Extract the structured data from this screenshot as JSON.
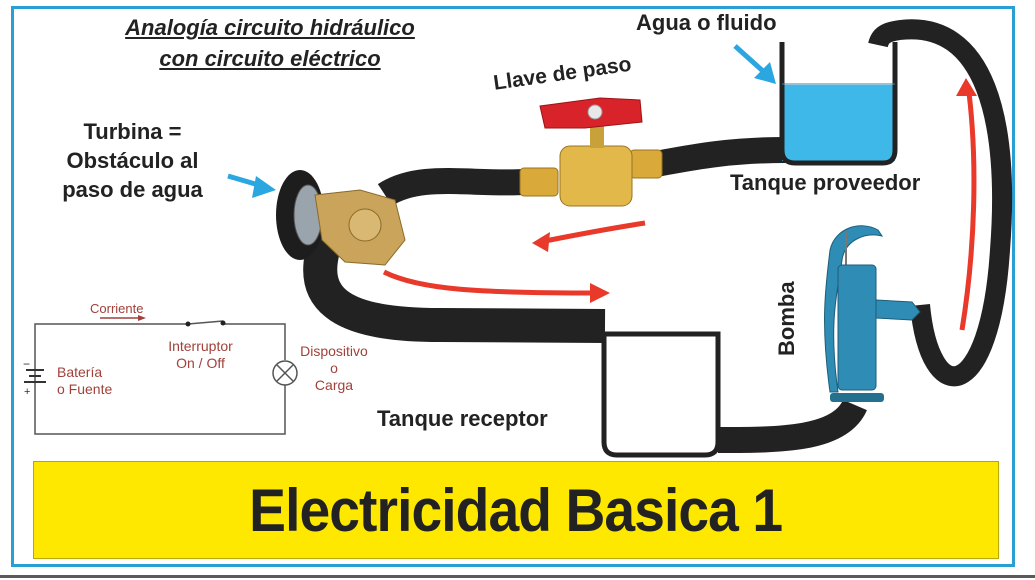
{
  "title": {
    "line1": "Analogía circuito hidráulico",
    "line2": "con circuito eléctrico"
  },
  "labels": {
    "turbina": [
      "Turbina =",
      "Obstáculo al",
      "paso de agua"
    ],
    "llave": "Llave de paso",
    "agua": "Agua o fluido",
    "tanque_proveedor": "Tanque proveedor",
    "bomba": "Bomba",
    "tanque_receptor": "Tanque receptor"
  },
  "circuit": {
    "corriente": "Corriente",
    "bateria": [
      "Batería",
      "o Fuente"
    ],
    "interruptor": [
      "Interruptor",
      "On / Off"
    ],
    "dispositivo": [
      "Dispositivo",
      "o",
      "Carga"
    ],
    "minus": "−",
    "plus": "+"
  },
  "banner": "Electricidad Basica 1",
  "colors": {
    "frame": "#2a9fd6",
    "banner": "#ffe800",
    "water": "#3db8e8",
    "flow_arrow": "#e8392a",
    "pointer_arrow": "#2aa6e0",
    "hose": "#222222",
    "circuit_text": "#a0413a"
  }
}
